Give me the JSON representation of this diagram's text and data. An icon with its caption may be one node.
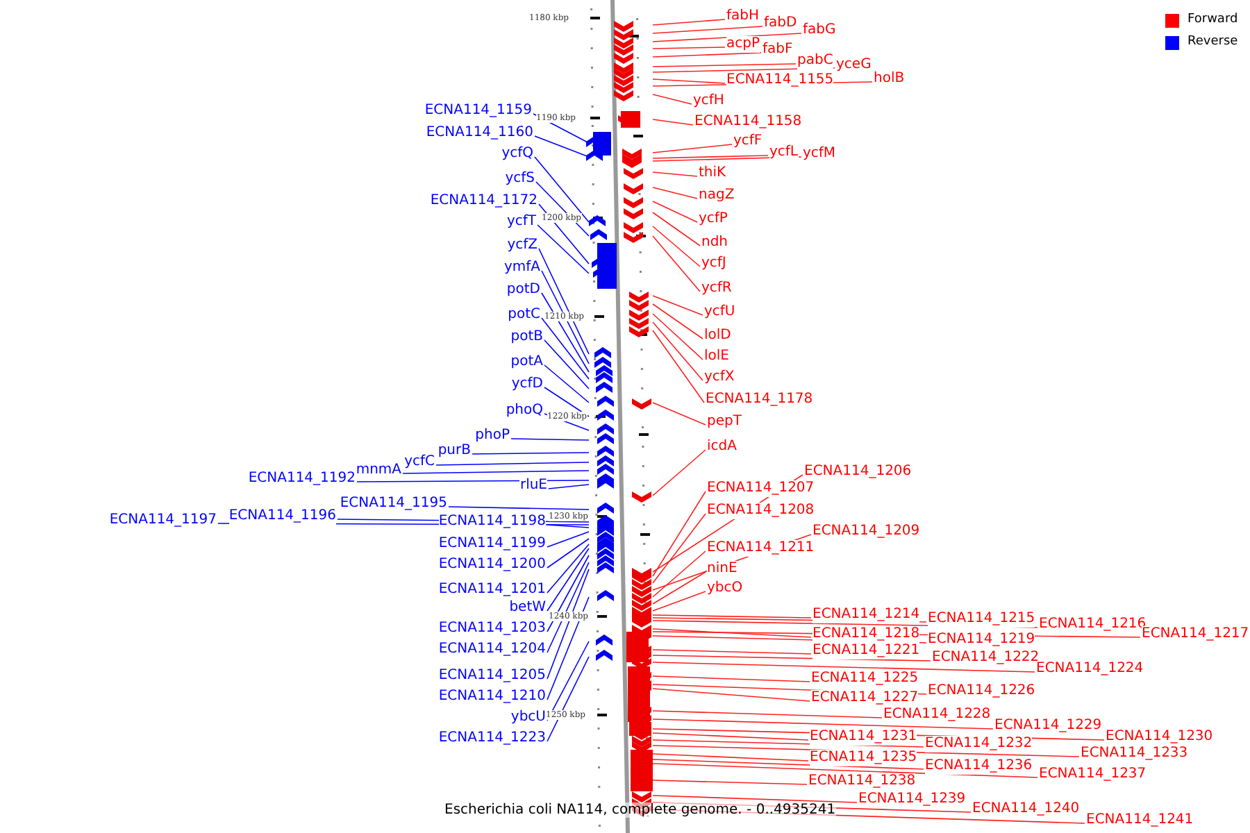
{
  "diagram": {
    "caption": "Escherichia coli NA114, complete genome. - 0..4935241",
    "nodes": [
      {
        "text": [
          "ECNA114_1159"
        ]
      },
      {
        "text": [
          "ECNA114_1160"
        ]
      },
      {
        "text": [
          "ycfQ"
        ]
      },
      {
        "text": [
          "ycfS"
        ]
      },
      {
        "text": [
          "ECNA114_1172"
        ]
      },
      {
        "text": [
          "ycfT"
        ]
      },
      {
        "text": [
          "ycfZ"
        ]
      },
      {
        "text": [
          "ymfA"
        ]
      },
      {
        "text": [
          "potD"
        ]
      },
      {
        "text": [
          "potC"
        ]
      },
      {
        "text": [
          "potB"
        ]
      },
      {
        "text": [
          "potA"
        ]
      },
      {
        "text": [
          "ycfD"
        ]
      },
      {
        "text": [
          "phoQ"
        ]
      },
      {
        "text": [
          "phoP"
        ]
      },
      {
        "text": [
          "purB"
        ]
      },
      {
        "text": [
          "ycfC"
        ]
      },
      {
        "text": [
          "mnmA"
        ]
      },
      {
        "text": [
          "ECNA114_1192"
        ]
      },
      {
        "text": [
          "rluE"
        ]
      },
      {
        "text": [
          "ECNA114_1195"
        ]
      },
      {
        "text": [
          "ECNA114_1196"
        ]
      },
      {
        "text": [
          "ECNA114_1197"
        ]
      },
      {
        "text": [
          "ECNA114_1198"
        ]
      },
      {
        "text": [
          "ECNA114_1199"
        ]
      },
      {
        "text": [
          "ECNA114_1200"
        ]
      },
      {
        "text": [
          "ECNA114_1201"
        ]
      },
      {
        "text": [
          "betW"
        ]
      },
      {
        "text": [
          "ECNA114_1203"
        ]
      },
      {
        "text": [
          "ECNA114_1204"
        ]
      },
      {
        "text": [
          "ECNA114_1205"
        ]
      },
      {
        "text": [
          "ECNA114_1210"
        ]
      },
      {
        "text": [
          "ybcU"
        ]
      },
      {
        "text": [
          "ECNA114_1223"
        ]
      },
      {
        "text": [
          "fabH"
        ]
      },
      {
        "text": [
          "fabD"
        ]
      },
      {
        "text": [
          "fabG"
        ]
      },
      {
        "text": [
          "acpP"
        ]
      },
      {
        "text": [
          "fabF"
        ]
      },
      {
        "text": [
          "pabC"
        ]
      },
      {
        "text": [
          "yceG"
        ]
      },
      {
        "text": [
          "ECNA114_1155"
        ]
      },
      {
        "text": [
          "holB"
        ]
      },
      {
        "text": [
          "ycfH"
        ]
      },
      {
        "text": [
          "ECNA114_1158"
        ]
      },
      {
        "text": [
          "ycfF"
        ]
      },
      {
        "text": [
          "ycfL"
        ]
      },
      {
        "text": [
          "ycfM"
        ]
      },
      {
        "text": [
          "thiK"
        ]
      },
      {
        "text": [
          "nagZ"
        ]
      },
      {
        "text": [
          "ycfP"
        ]
      },
      {
        "text": [
          "ndh"
        ]
      },
      {
        "text": [
          "ycfJ"
        ]
      },
      {
        "text": [
          "ycfR"
        ]
      },
      {
        "text": [
          "ycfU"
        ]
      },
      {
        "text": [
          "lolD"
        ]
      },
      {
        "text": [
          "lolE"
        ]
      },
      {
        "text": [
          "ycfX"
        ]
      },
      {
        "text": [
          "ECNA114_1178"
        ]
      },
      {
        "text": [
          "pepT"
        ]
      },
      {
        "text": [
          "icdA"
        ]
      },
      {
        "text": [
          "ECNA114_1206"
        ]
      },
      {
        "text": [
          "ECNA114_1207"
        ]
      },
      {
        "text": [
          "ECNA114_1208"
        ]
      },
      {
        "text": [
          "ECNA114_1209"
        ]
      },
      {
        "text": [
          "ECNA114_1211"
        ]
      },
      {
        "text": [
          "ninE"
        ]
      },
      {
        "text": [
          "ybcO"
        ]
      },
      {
        "text": [
          "ECNA114_1214"
        ]
      },
      {
        "text": [
          "ECNA114_1215"
        ]
      },
      {
        "text": [
          "ECNA114_1216"
        ]
      },
      {
        "text": [
          "ECNA114_1217"
        ]
      },
      {
        "text": [
          "ECNA114_1218"
        ]
      },
      {
        "text": [
          "ECNA114_1219"
        ]
      },
      {
        "text": [
          "ECNA114_1221"
        ]
      },
      {
        "text": [
          "ECNA114_1222"
        ]
      },
      {
        "text": [
          "ECNA114_1224"
        ]
      },
      {
        "text": [
          "ECNA114_1225"
        ]
      },
      {
        "text": [
          "ECNA114_1227"
        ]
      },
      {
        "text": [
          "ECNA114_1226"
        ]
      },
      {
        "text": [
          "ECNA114_1228"
        ]
      },
      {
        "text": [
          "ECNA114_1229"
        ]
      },
      {
        "text": [
          "ECNA114_1230"
        ]
      },
      {
        "text": [
          "ECNA114_1231"
        ]
      },
      {
        "text": [
          "ECNA114_1232"
        ]
      },
      {
        "text": [
          "ECNA114_1233"
        ]
      },
      {
        "text": [
          "ECNA114_1235"
        ]
      },
      {
        "text": [
          "ECNA114_1236"
        ]
      },
      {
        "text": [
          "ECNA114_1237"
        ]
      },
      {
        "text": [
          "ECNA114_1238"
        ]
      },
      {
        "text": [
          "ECNA114_1239"
        ]
      },
      {
        "text": [
          "ECNA114_1240"
        ]
      },
      {
        "text": [
          "ECNA114_1241"
        ]
      },
      {
        "text": [],
        "shape": "picture"
      }
    ],
    "edges": [
      {
        "from": 0,
        "to": 93,
        "arrow": "none",
        "color": "#0000ff"
      },
      {
        "from": 1,
        "to": 93,
        "arrow": "none",
        "color": "#0000ff"
      },
      {
        "from": 2,
        "to": 93,
        "arrow": "none",
        "color": "#0000ff"
      },
      {
        "from": 3,
        "to": 93,
        "arrow": "none",
        "color": "#0000ff"
      },
      {
        "from": 4,
        "to": 93,
        "arrow": "none",
        "color": "#0000ff"
      },
      {
        "from": 5,
        "to": 93,
        "arrow": "none",
        "color": "#0000ff"
      },
      {
        "from": 6,
        "to": 93,
        "arrow": "none",
        "color": "#0000ff"
      },
      {
        "from": 7,
        "to": 93,
        "arrow": "none",
        "color": "#0000ff"
      },
      {
        "from": 8,
        "to": 93,
        "arrow": "none",
        "color": "#0000ff"
      },
      {
        "from": 9,
        "to": 93,
        "arrow": "none",
        "color": "#0000ff"
      },
      {
        "from": 10,
        "to": 93,
        "arrow": "none",
        "color": "#0000ff"
      },
      {
        "from": 11,
        "to": 93,
        "arrow": "none",
        "color": "#0000ff"
      },
      {
        "from": 12,
        "to": 93,
        "arrow": "none",
        "color": "#0000ff"
      },
      {
        "from": 13,
        "to": 93,
        "arrow": "none",
        "color": "#0000ff"
      },
      {
        "from": 14,
        "to": 93,
        "arrow": "none",
        "color": "#0000ff"
      },
      {
        "from": 15,
        "to": 93,
        "arrow": "none",
        "color": "#0000ff"
      },
      {
        "from": 16,
        "to": 93,
        "arrow": "none",
        "color": "#0000ff"
      },
      {
        "from": 17,
        "to": 93,
        "arrow": "none",
        "color": "#0000ff"
      },
      {
        "from": 18,
        "to": 93,
        "arrow": "none",
        "color": "#0000ff"
      },
      {
        "from": 19,
        "to": 93,
        "arrow": "none",
        "color": "#0000ff"
      },
      {
        "from": 20,
        "to": 93,
        "arrow": "none",
        "color": "#0000ff"
      },
      {
        "from": 21,
        "to": 93,
        "arrow": "none",
        "color": "#0000ff"
      },
      {
        "from": 22,
        "to": 93,
        "arrow": "none",
        "color": "#0000ff"
      },
      {
        "from": 23,
        "to": 93,
        "arrow": "none",
        "color": "#0000ff"
      },
      {
        "from": 24,
        "to": 93,
        "arrow": "none",
        "color": "#0000ff"
      },
      {
        "from": 25,
        "to": 93,
        "arrow": "none",
        "color": "#0000ff"
      },
      {
        "from": 26,
        "to": 93,
        "arrow": "none",
        "color": "#0000ff"
      },
      {
        "from": 27,
        "to": 93,
        "arrow": "none",
        "color": "#0000ff"
      },
      {
        "from": 28,
        "to": 93,
        "arrow": "none",
        "color": "#0000ff"
      },
      {
        "from": 29,
        "to": 93,
        "arrow": "none",
        "color": "#0000ff"
      },
      {
        "from": 30,
        "to": 93,
        "arrow": "none",
        "color": "#0000ff"
      },
      {
        "from": 31,
        "to": 93,
        "arrow": "none",
        "color": "#0000ff"
      },
      {
        "from": 32,
        "to": 93,
        "arrow": "none",
        "color": "#0000ff"
      },
      {
        "from": 33,
        "to": 93,
        "arrow": "none",
        "color": "#0000ff"
      },
      {
        "from": 34,
        "to": 93,
        "arrow": "none"
      },
      {
        "from": 35,
        "to": 93,
        "arrow": "none"
      },
      {
        "from": 36,
        "to": 93,
        "arrow": "none"
      },
      {
        "from": 37,
        "to": 93,
        "arrow": "none"
      },
      {
        "from": 38,
        "to": 93,
        "arrow": "none"
      },
      {
        "from": 39,
        "to": 93,
        "arrow": "none"
      },
      {
        "from": 40,
        "to": 93,
        "arrow": "none"
      },
      {
        "from": 41,
        "to": 93,
        "arrow": "none"
      },
      {
        "from": 42,
        "to": 93,
        "arrow": "none"
      },
      {
        "from": 43,
        "to": 93,
        "arrow": "none"
      },
      {
        "from": 44,
        "to": 93,
        "arrow": "none"
      },
      {
        "from": 45,
        "to": 93,
        "arrow": "none"
      },
      {
        "from": 46,
        "to": 93,
        "arrow": "none"
      },
      {
        "from": 47,
        "to": 93,
        "arrow": "none"
      },
      {
        "from": 48,
        "to": 93,
        "arrow": "none"
      },
      {
        "from": 49,
        "to": 93,
        "arrow": "none"
      },
      {
        "from": 50,
        "to": 93,
        "arrow": "none"
      },
      {
        "from": 51,
        "to": 93,
        "arrow": "none"
      },
      {
        "from": 52,
        "to": 93,
        "arrow": "none"
      },
      {
        "from": 53,
        "to": 93,
        "arrow": "none"
      },
      {
        "from": 54,
        "to": 93,
        "arrow": "none"
      },
      {
        "from": 55,
        "to": 93,
        "arrow": "none"
      },
      {
        "from": 56,
        "to": 93,
        "arrow": "none"
      },
      {
        "from": 57,
        "to": 93,
        "arrow": "none"
      },
      {
        "from": 58,
        "to": 93,
        "arrow": "none"
      },
      {
        "from": 59,
        "to": 93,
        "arrow": "none"
      },
      {
        "from": 60,
        "to": 93,
        "arrow": "none"
      },
      {
        "from": 61,
        "to": 93,
        "arrow": "none"
      },
      {
        "from": 62,
        "to": 93,
        "arrow": "none"
      },
      {
        "from": 63,
        "to": 93,
        "arrow": "none"
      },
      {
        "from": 64,
        "to": 93,
        "arrow": "none"
      },
      {
        "from": 65,
        "to": 93,
        "arrow": "none"
      },
      {
        "from": 66,
        "to": 93,
        "arrow": "none"
      },
      {
        "from": 67,
        "to": 93,
        "arrow": "none"
      },
      {
        "from": 68,
        "to": 93,
        "arrow": "none"
      },
      {
        "from": 69,
        "to": 93,
        "arrow": "none"
      },
      {
        "from": 70,
        "to": 93,
        "arrow": "none"
      },
      {
        "from": 71,
        "to": 93,
        "arrow": "none"
      },
      {
        "from": 72,
        "to": 93,
        "arrow": "none"
      },
      {
        "from": 73,
        "to": 93,
        "arrow": "none"
      },
      {
        "from": 74,
        "to": 93,
        "arrow": "none"
      },
      {
        "from": 75,
        "to": 93,
        "arrow": "none"
      },
      {
        "from": 76,
        "to": 93,
        "arrow": "none"
      },
      {
        "from": 77,
        "to": 93,
        "arrow": "none"
      },
      {
        "from": 78,
        "to": 93,
        "arrow": "none"
      },
      {
        "from": 79,
        "to": 93,
        "arrow": "none"
      },
      {
        "from": 80,
        "to": 93,
        "arrow": "none"
      },
      {
        "from": 81,
        "to": 93,
        "arrow": "none"
      },
      {
        "from": 82,
        "to": 93,
        "arrow": "none"
      },
      {
        "from": 83,
        "to": 93,
        "arrow": "none"
      },
      {
        "from": 84,
        "to": 93,
        "arrow": "none"
      },
      {
        "from": 85,
        "to": 93,
        "arrow": "none"
      },
      {
        "from": 86,
        "to": 93,
        "arrow": "none"
      },
      {
        "from": 87,
        "to": 93,
        "arrow": "none"
      },
      {
        "from": 88,
        "to": 93,
        "arrow": "none"
      },
      {
        "from": 89,
        "to": 93,
        "arrow": "none"
      },
      {
        "from": 90,
        "to": 93,
        "arrow": "none"
      },
      {
        "from": 91,
        "to": 93,
        "arrow": "none"
      },
      {
        "from": 92,
        "to": 93,
        "arrow": "none"
      }
    ],
    "labels": [
      "1180 kbp",
      "1190 kbp",
      "1200 kbp",
      "1210 kbp",
      "1220 kbp",
      "1230 kbp",
      "1240 kbp",
      "1250 kbp"
    ],
    "legend": [
      {
        "text": "Forward",
        "color": "#ff0000"
      },
      {
        "text": "Reverse",
        "color": "#0000ff"
      }
    ]
  }
}
